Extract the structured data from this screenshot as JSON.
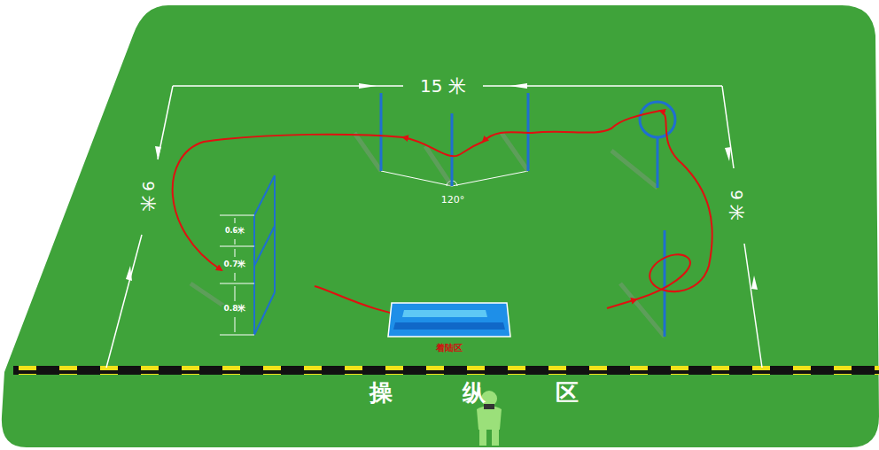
{
  "diagram": {
    "nodes": [
      {
        "text": [
          "着陆区"
        ]
      }
    ],
    "labels": [
      "15 米",
      "9 米",
      "9 米",
      "120°",
      "0.6米",
      "0.7米",
      "0.8米",
      "操",
      "纵",
      "区"
    ]
  }
}
